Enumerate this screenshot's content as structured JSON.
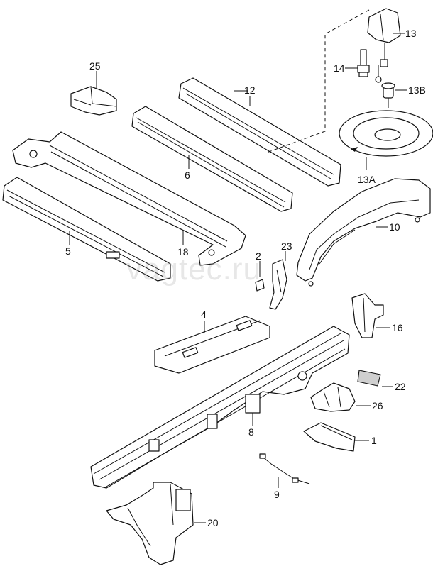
{
  "watermark": "vagtec.ru",
  "labels": {
    "p1": "1",
    "p2": "2",
    "p4": "4",
    "p5": "5",
    "p6": "6",
    "p8": "8",
    "p9": "9",
    "p10": "10",
    "p12": "12",
    "p13": "13",
    "p13a": "13A",
    "p13b": "13B",
    "p14": "14",
    "p16": "16",
    "p18": "18",
    "p20": "20",
    "p22": "22",
    "p23": "23",
    "p25": "25",
    "p26": "26"
  }
}
